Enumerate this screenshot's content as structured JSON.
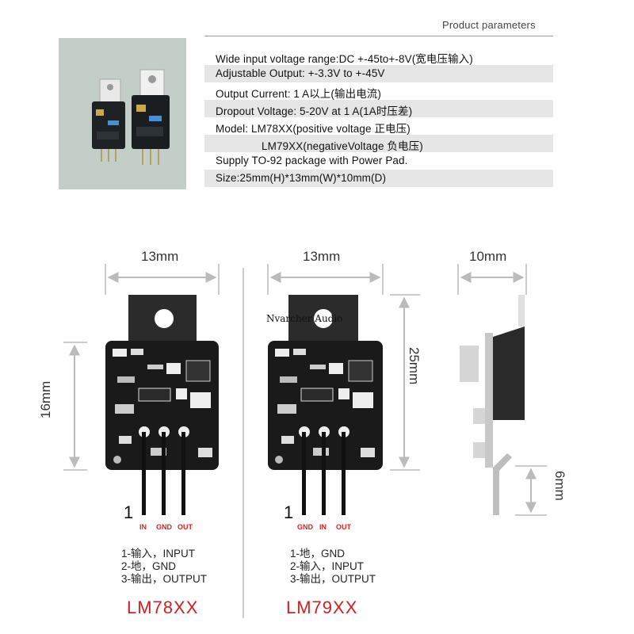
{
  "header": {
    "title": "Product parameters"
  },
  "params": [
    "Wide input voltage range:DC +-45to+-8V(宽电压输入)",
    "Adjustable Output:   +-3.3V to +-45V",
    "Output Current: 1 A以上(输出电流)",
    "Dropout Voltage: 5-20V at 1 A(1A时压差)",
    "Model: LM78XX(positive voltage    正电压)",
    "LM79XX(negativeVoltage 负电压)",
    "Supply TO-92 package with Power Pad.",
    "Size:25mm(H)*13mm(W)*10mm(D)"
  ],
  "dims": {
    "width_left": "13mm",
    "width_mid": "13mm",
    "depth": "10mm",
    "height_left": "16mm",
    "height_mid": "25mm",
    "pin_len": "6mm"
  },
  "watermark": "Nvarcher Audio",
  "left": {
    "pin1": "1",
    "pins": [
      "IN",
      "GND",
      "OUT"
    ],
    "legend": [
      "1-输入，INPUT",
      "2-地，GND",
      "3-输出，OUTPUT"
    ],
    "model": "LM78XX"
  },
  "mid": {
    "pin1": "1",
    "pins": [
      "GND",
      "IN",
      "OUT"
    ],
    "legend": [
      "1-地，GND",
      "2-输入，INPUT",
      "3-输出，OUTPUT"
    ],
    "model": "LM79XX"
  },
  "colors": {
    "accent_red": "#d41e1e",
    "board": "#1a1a1a",
    "tab": "#2b2b2b"
  }
}
